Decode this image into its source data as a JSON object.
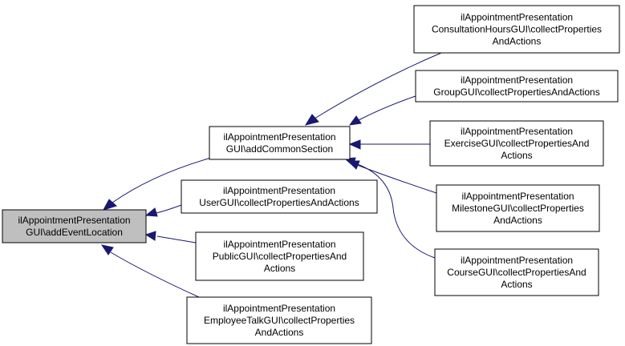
{
  "colors": {
    "edge": "#191970",
    "node_fill": "#ffffff",
    "highlight_fill": "#bfbfbf",
    "node_border": "#000000"
  },
  "nodes": {
    "root": {
      "lines": [
        "ilAppointmentPresentation",
        "GUI\\addEventLocation"
      ],
      "highlighted": true
    },
    "common": {
      "lines": [
        "ilAppointmentPresentation",
        "GUI\\addCommonSection"
      ]
    },
    "user": {
      "lines": [
        "ilAppointmentPresentation",
        "UserGUI\\collectPropertiesAndActions"
      ]
    },
    "public": {
      "lines": [
        "ilAppointmentPresentation",
        "PublicGUI\\collectPropertiesAnd",
        "Actions"
      ]
    },
    "employee": {
      "lines": [
        "ilAppointmentPresentation",
        "EmployeeTalkGUI\\collectProperties",
        "AndActions"
      ]
    },
    "consultation": {
      "lines": [
        "ilAppointmentPresentation",
        "ConsultationHoursGUI\\collectProperties",
        "AndActions"
      ]
    },
    "group": {
      "lines": [
        "ilAppointmentPresentation",
        "GroupGUI\\collectPropertiesAndActions"
      ]
    },
    "exercise": {
      "lines": [
        "ilAppointmentPresentation",
        "ExerciseGUI\\collectPropertiesAnd",
        "Actions"
      ]
    },
    "milestone": {
      "lines": [
        "ilAppointmentPresentation",
        "MilestoneGUI\\collectProperties",
        "AndActions"
      ]
    },
    "course": {
      "lines": [
        "ilAppointmentPresentation",
        "CourseGUI\\collectPropertiesAnd",
        "Actions"
      ]
    }
  },
  "edges": [
    {
      "from": "common",
      "to": "root"
    },
    {
      "from": "user",
      "to": "root"
    },
    {
      "from": "public",
      "to": "root"
    },
    {
      "from": "employee",
      "to": "root"
    },
    {
      "from": "consultation",
      "to": "common"
    },
    {
      "from": "group",
      "to": "common"
    },
    {
      "from": "exercise",
      "to": "common"
    },
    {
      "from": "milestone",
      "to": "common"
    },
    {
      "from": "course",
      "to": "common"
    }
  ]
}
